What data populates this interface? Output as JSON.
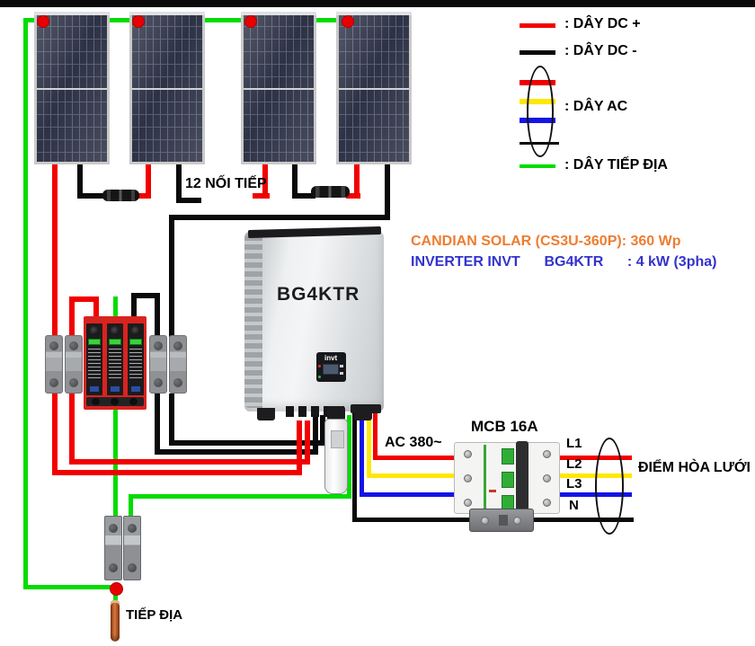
{
  "legend": {
    "dc_plus": ": DÂY DC +",
    "dc_minus": ": DÂY DC -",
    "ac": ": DÂY AC",
    "ground": ": DÂY TIẾP ĐỊA"
  },
  "specs": {
    "panel": "CANDIAN SOLAR (CS3U-360P): 360 Wp",
    "inverter": "INVERTER INVT      BG4KTR      : 4 kW (3pha)"
  },
  "labels": {
    "series": "12 NỐI TIẾP",
    "inverter_model": "BG4KTR",
    "inverter_brand": "invt",
    "ac_voltage": "AC 380~",
    "breaker": "MCB 16A",
    "grid_point": "ĐIỂM HÒA LƯỚI",
    "ground_rod": "TIẾP ĐỊA",
    "phase_l1": "L1",
    "phase_l2": "L2",
    "phase_l3": "L3",
    "phase_n": "N"
  },
  "colors": {
    "dc_plus_wire": "#f20000",
    "dc_minus_wire": "#0a0a0a",
    "ac_l1_wire": "#f20000",
    "ac_l2_wire": "#ffe800",
    "ac_l3_wire": "#1414e6",
    "ac_n_wire": "#0a0a0a",
    "ground_wire": "#00dc00",
    "panel_spec_text": "#ed7d31",
    "inverter_spec_text": "#3333cc"
  }
}
